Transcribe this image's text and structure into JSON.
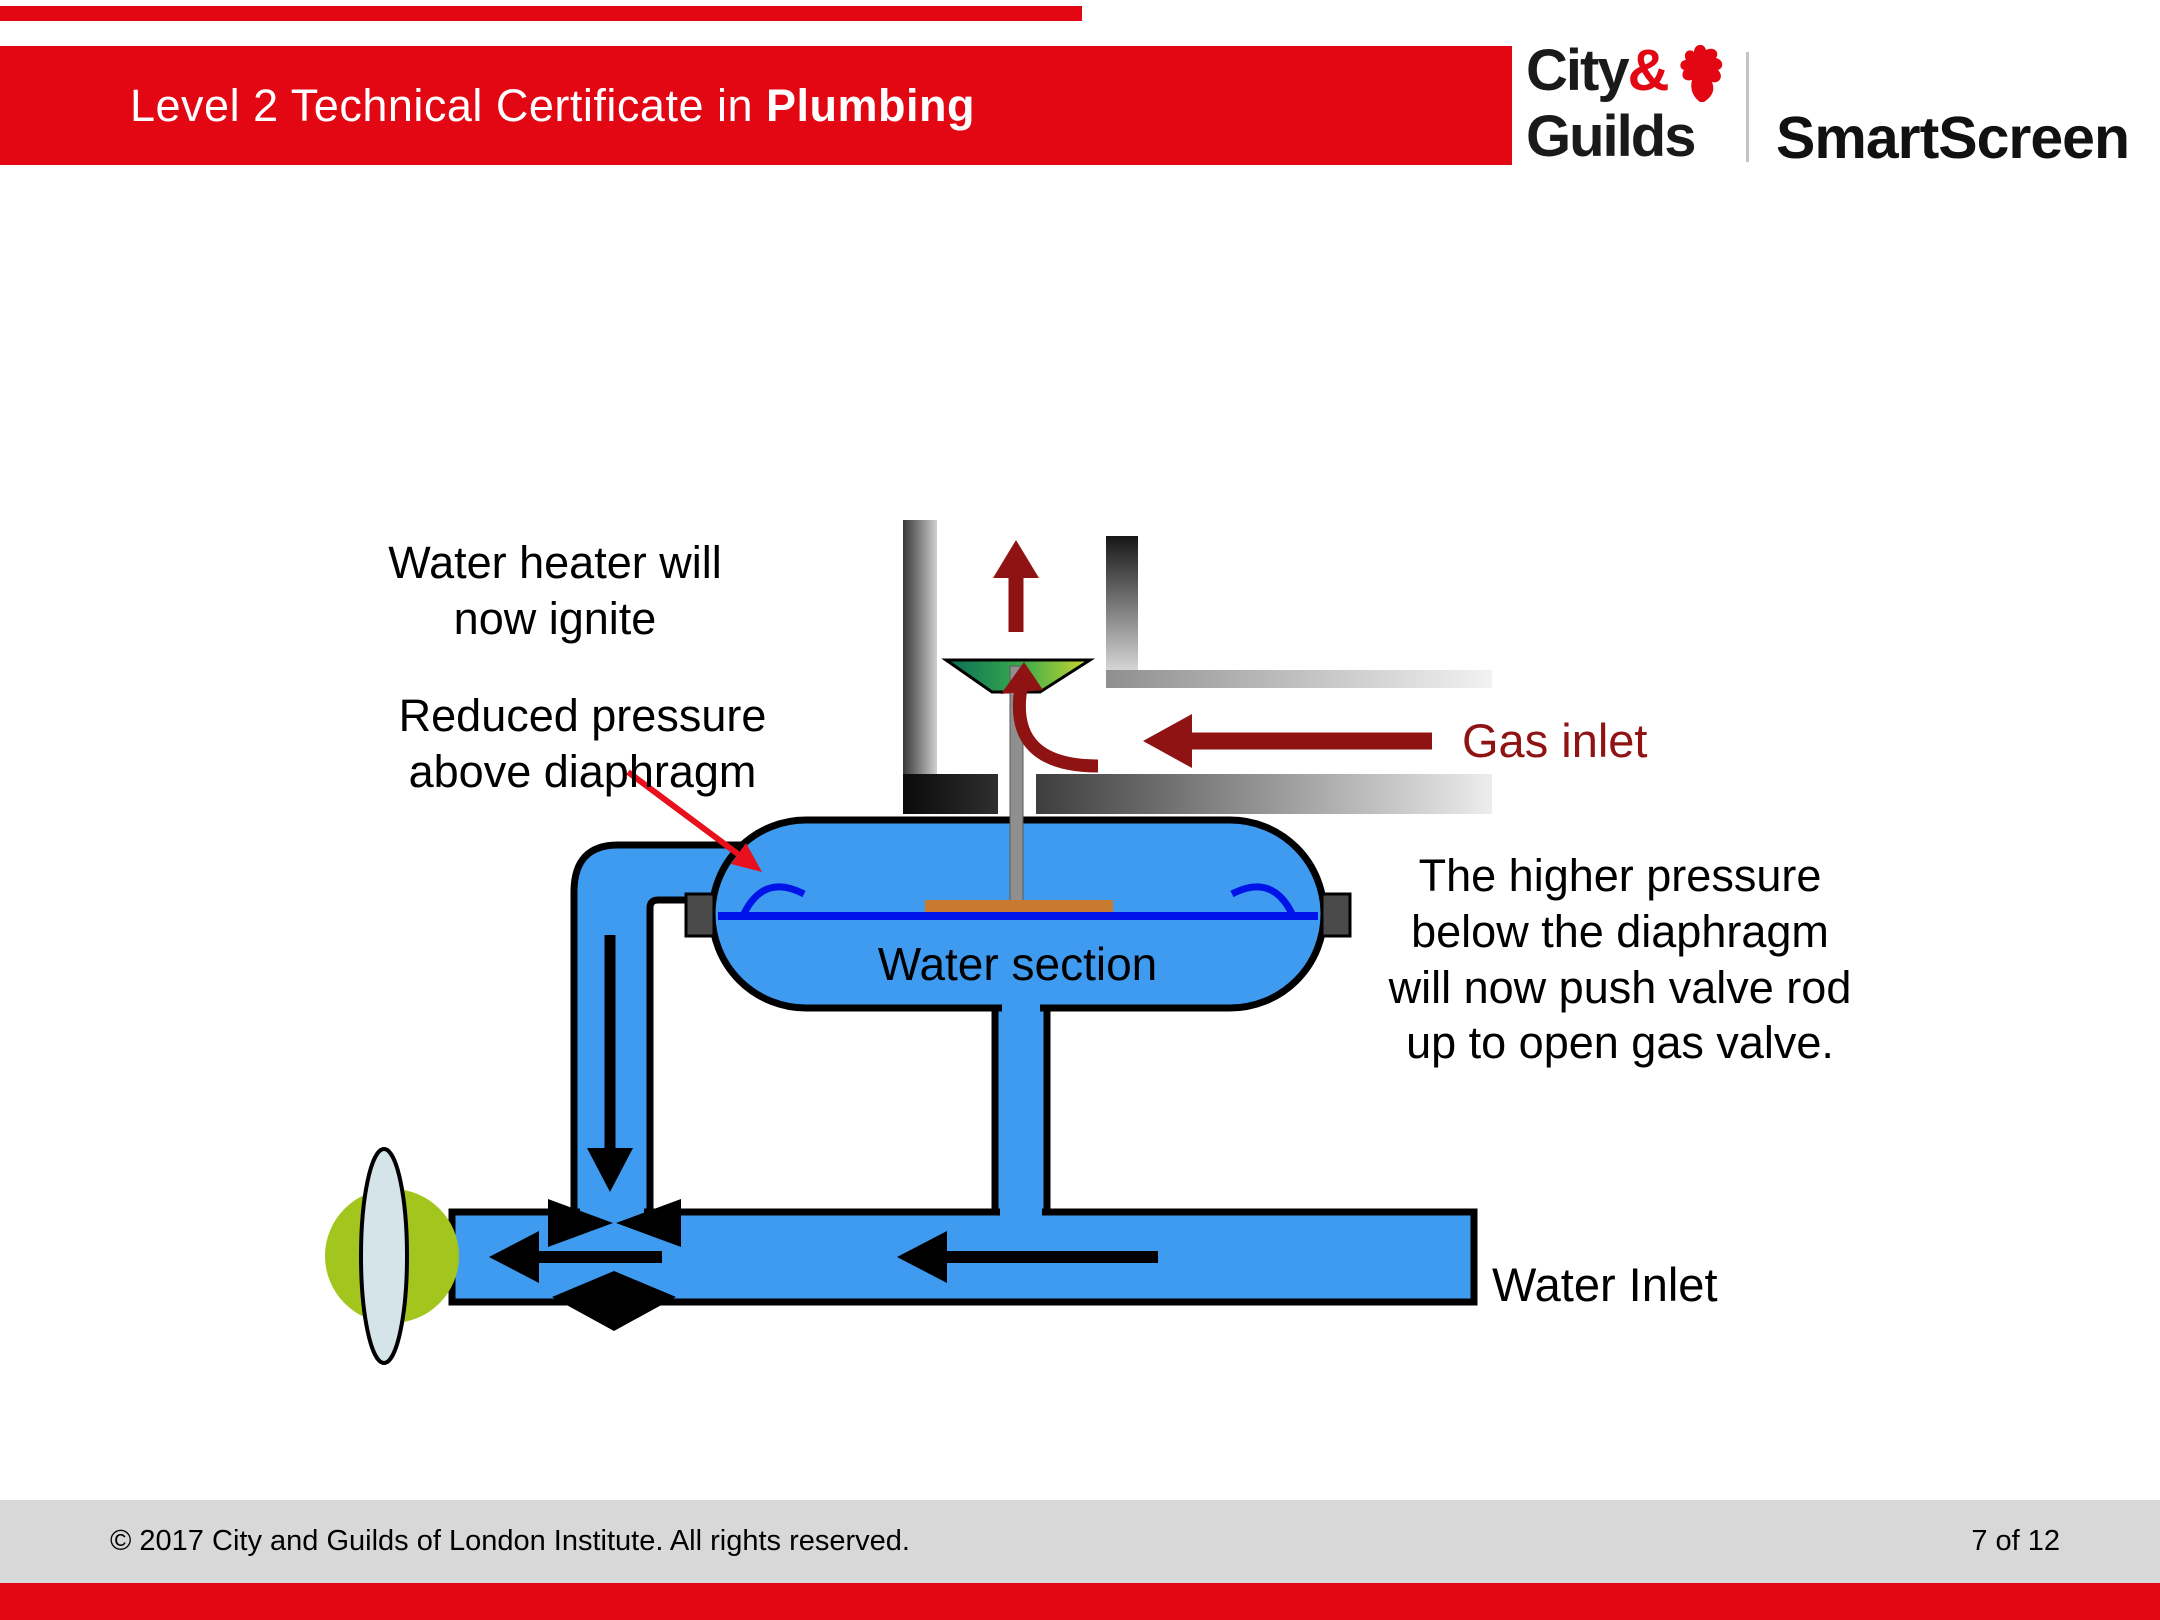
{
  "header": {
    "title_prefix": "Level 2 Technical Certificate in ",
    "title_bold": "Plumbing",
    "brand": {
      "city": "City",
      "amp": "&",
      "guilds": "Guilds",
      "smartscreen": "SmartScreen"
    }
  },
  "diagram": {
    "ignite_line1": "Water heater will",
    "ignite_line2": "now ignite",
    "reduced_line1": "Reduced pressure",
    "reduced_line2": "above diaphragm",
    "gas_inlet": "Gas inlet",
    "pressure_line1": "The higher pressure",
    "pressure_line2": "below the diaphragm",
    "pressure_line3": "will now push valve rod",
    "pressure_line4": "up to open gas valve.",
    "water_section": "Water section",
    "water_inlet": "Water Inlet",
    "colors": {
      "pipe_blue": "#3f9bf0",
      "diaphragm_blue": "#0013e8",
      "rod_plate_orange": "#c87b2e",
      "valve_body_green": "#a3c61e",
      "valve_handle_blue": "#d4e4e9",
      "gas_arrow_maroon": "#8f1313",
      "pointer_arrow_red": "#e8101c"
    }
  },
  "footer": {
    "copyright": "© 2017 City and Guilds of London Institute. All rights reserved.",
    "page": "7 of 12"
  },
  "theme": {
    "header_red": "#e30613",
    "footer_gray": "#d8d8d8"
  }
}
